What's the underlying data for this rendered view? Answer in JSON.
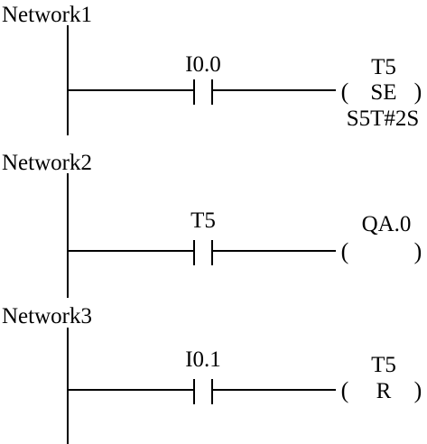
{
  "networks": [
    {
      "title": "Network1",
      "contact": "I0.0",
      "coil": {
        "operand": "T5",
        "type": "SE",
        "param": "S5T#2S"
      }
    },
    {
      "title": "Network2",
      "contact": "T5",
      "coil": {
        "operand": "QA.0",
        "type": "",
        "param": ""
      }
    },
    {
      "title": "Network3",
      "contact": "I0.1",
      "coil": {
        "operand": "T5",
        "type": "R",
        "param": ""
      }
    }
  ],
  "symbols": {
    "paren_open": "(",
    "paren_close": ")"
  },
  "colors": {
    "ink": "#000000",
    "background": "#ffffff"
  }
}
